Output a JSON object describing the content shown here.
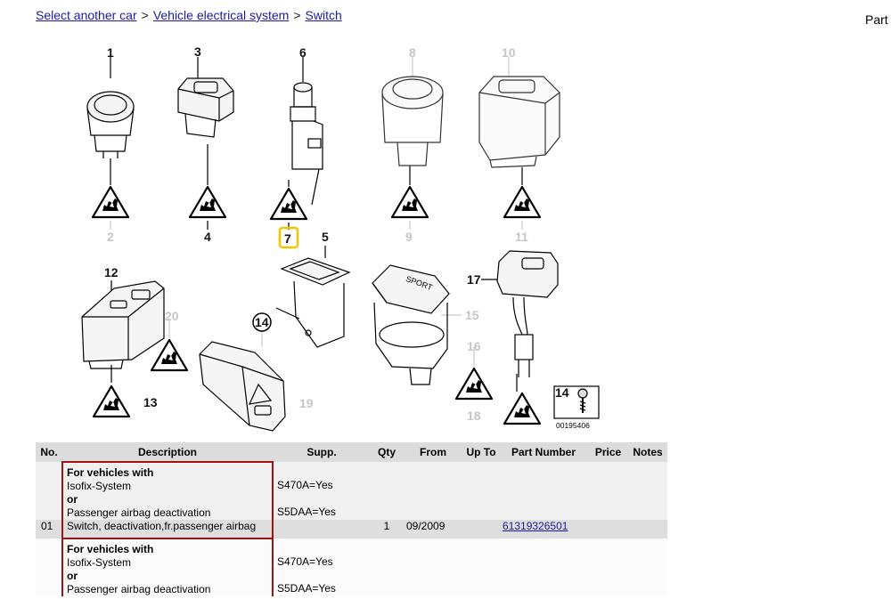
{
  "breadcrumb": {
    "items": [
      "Select another car",
      "Vehicle electrical system",
      "Switch"
    ],
    "separator": ">"
  },
  "part_label": "Part",
  "diagram": {
    "callouts": {
      "c1": "1",
      "c3": "3",
      "c6": "6",
      "c8": "8",
      "c10": "10",
      "c2": "2",
      "c4": "4",
      "c7": "7",
      "c5": "5",
      "c9": "9",
      "c11": "11",
      "c12": "12",
      "c20": "20",
      "c14a": "14",
      "c15": "15",
      "c17": "17",
      "c16": "16",
      "c13": "13",
      "c19": "19",
      "c18": "18",
      "c14b": "14"
    },
    "highlight_color": "#f5c400",
    "image_code": "00195406",
    "sport_text": "SPORT"
  },
  "table": {
    "headers": {
      "no": "No.",
      "description": "Description",
      "supp": "Supp.",
      "qty": "Qty",
      "from": "From",
      "upto": "Up To",
      "part_number": "Part Number",
      "price": "Price",
      "notes": "Notes"
    },
    "groups": [
      {
        "lines": [
          "For vehicles with",
          "Isofix-System",
          "or",
          "Passenger airbag deactivation"
        ],
        "supp": [
          "",
          "S470A=Yes",
          "",
          "S5DAA=Yes"
        ]
      },
      {
        "lines": [
          "For vehicles with",
          "Isofix-System",
          "or",
          "Passenger airbag deactivation"
        ],
        "supp": [
          "",
          "S470A=Yes",
          "",
          "S5DAA=Yes"
        ]
      }
    ],
    "row": {
      "no": "01",
      "description": "Switch, deactivation,fr.passenger airbag",
      "supp": "",
      "qty": "1",
      "from": "09/2009",
      "upto": "",
      "part_number": "61319326501",
      "price": "",
      "notes": ""
    },
    "accent_color": "#a01313",
    "link_color": "#1a1aa6"
  }
}
